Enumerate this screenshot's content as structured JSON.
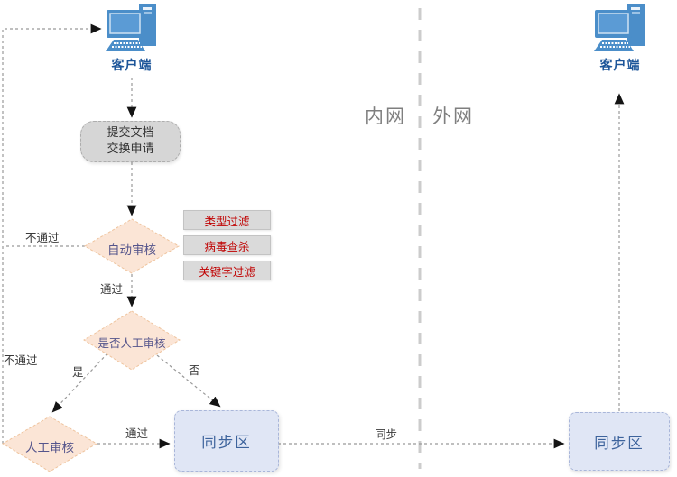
{
  "zones": {
    "intranet_label": "内网",
    "extranet_label": "外网"
  },
  "nodes": {
    "client_left": {
      "label": "客户端"
    },
    "client_right": {
      "label": "客户端"
    },
    "submit": {
      "label": "提交文档\n交换申请"
    },
    "auto_review": {
      "label": "自动审核"
    },
    "filters": [
      {
        "label": "类型过滤"
      },
      {
        "label": "病毒查杀"
      },
      {
        "label": "关键字过滤"
      }
    ],
    "manual_decision": {
      "label": "是否人工审核"
    },
    "manual_review": {
      "label": "人工审核"
    },
    "sync_left": {
      "label": "同步区"
    },
    "sync_right": {
      "label": "同步区"
    }
  },
  "edge_labels": {
    "auto_no_pass": "不通过",
    "auto_pass": "通过",
    "manual_no_pass": "不通过",
    "yes": "是",
    "no": "否",
    "manual_pass": "通过",
    "sync": "同步"
  },
  "colors": {
    "client_icon": "#4b8ec9",
    "client_text": "#1c5599",
    "diamond_fill": "#fbe5d6",
    "diamond_border": "#efc49e",
    "diamond_text": "#55558c",
    "filter_text": "#c00000",
    "sync_fill": "#e0e6f5",
    "sync_border": "#a9b6d9",
    "sync_text": "#3d639c",
    "wire": "#999999",
    "separator": "#cccccc"
  }
}
